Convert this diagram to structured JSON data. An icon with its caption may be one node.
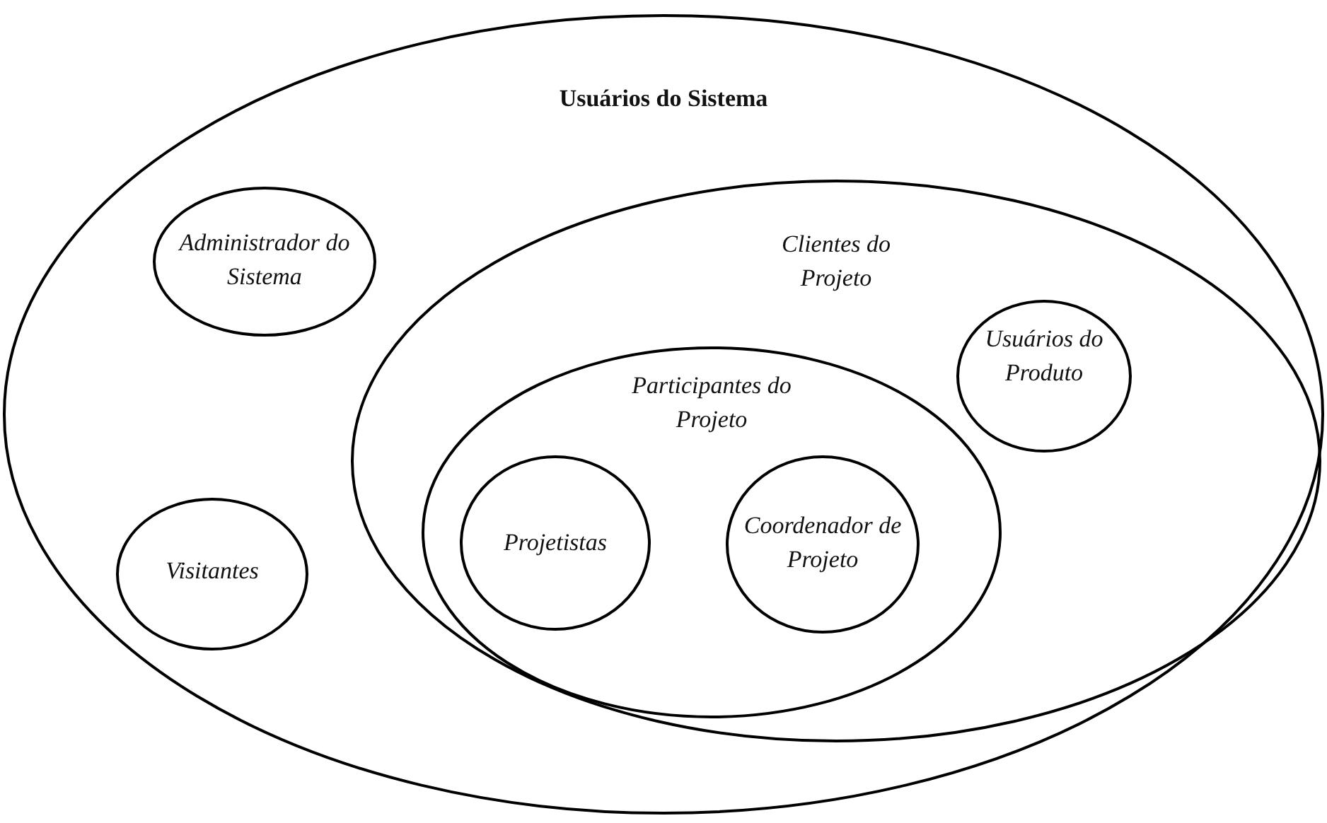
{
  "diagram": {
    "nodes": [
      {
        "text": [
          "Usuários do Sistema"
        ]
      },
      {
        "text": [
          "Administrador do Sistema"
        ],
        "in": 0
      },
      {
        "text": [
          "Clientes do Projeto"
        ],
        "in": 0
      },
      {
        "text": [
          "Usuários do Produto"
        ],
        "in": 2
      },
      {
        "text": [
          "Participantes do Projeto"
        ],
        "in": 2
      },
      {
        "text": [
          "Projetistas"
        ],
        "in": 4
      },
      {
        "text": [
          "Coordenador de Projeto"
        ],
        "in": 4
      },
      {
        "text": [
          "Visitantes"
        ],
        "in": 0
      }
    ]
  }
}
